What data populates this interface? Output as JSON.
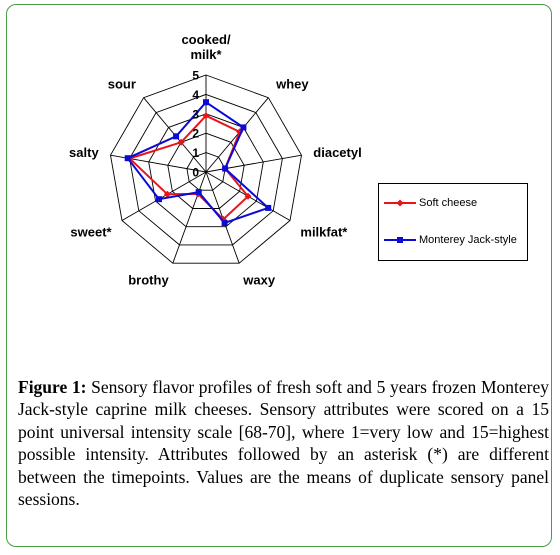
{
  "chart_data": {
    "type": "radar",
    "axes": [
      "cooked/\nmilk*",
      "whey",
      "diacetyl",
      "milkfat*",
      "waxy",
      "brothy",
      "sweet*",
      "salty",
      "sour"
    ],
    "rlim": [
      0,
      5
    ],
    "ticks": [
      "0",
      "1",
      "2",
      "3",
      "4",
      "5"
    ],
    "series": [
      {
        "name": "Soft cheese",
        "color": "#e8151b",
        "marker": "diamond",
        "values": [
          2.9,
          2.7,
          1.0,
          2.5,
          2.6,
          1.2,
          2.3,
          4.0,
          2.0
        ]
      },
      {
        "name": "Monterey Jack-style",
        "color": "#0b0bd6",
        "marker": "square",
        "values": [
          3.6,
          3.0,
          1.0,
          3.7,
          2.8,
          1.1,
          2.8,
          4.1,
          2.4
        ]
      }
    ],
    "grid": true,
    "legend": "right"
  },
  "caption": {
    "figure_label": "Figure 1:",
    "text": " Sensory flavor profiles of fresh soft and 5 years frozen Monterey Jack-style caprine milk cheeses. Sensory attributes were scored on a 15 point universal intensity scale [68-70], where 1=very low and 15=highest possible intensity. Attributes followed by an asterisk (*) are different between the timepoints. Values are the means of duplicate sensory panel sessions."
  }
}
